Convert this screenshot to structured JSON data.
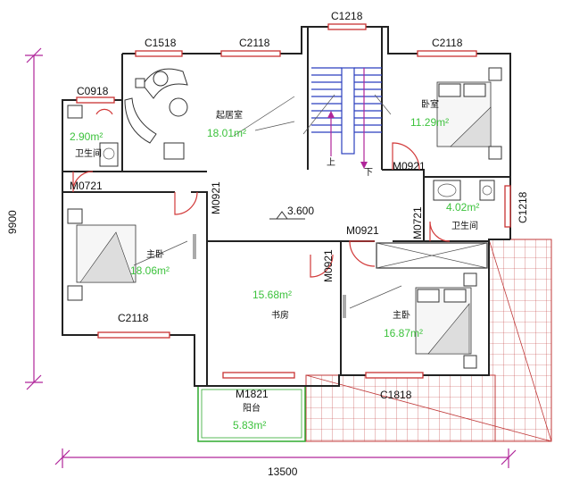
{
  "dimensions": {
    "width_label": "13500",
    "height_label": "9900"
  },
  "windows": {
    "c1218_top": "C1218",
    "c1518": "C1518",
    "c2118_living": "C2118",
    "c2118_bedroom": "C2118",
    "c0918": "C0918",
    "c1218_right": "C1218",
    "c2118_master": "C2118",
    "c1818": "C1818"
  },
  "doors": {
    "m0921_stair": "M0921",
    "m0921_bath2": "M0721",
    "m0921_master_left": "M0921",
    "m0721_bath1": "M0721",
    "m0921_hall": "M0921",
    "m0921_study": "M0921",
    "m1821": "M1821"
  },
  "rooms": {
    "living": {
      "name": "起居室",
      "area": "18.01m²"
    },
    "bedroom": {
      "name": "卧室",
      "area": "11.29m²"
    },
    "bath_left": {
      "name": "卫生间",
      "area": "2.90m²"
    },
    "bath_right": {
      "name": "卫生间",
      "area": "4.02m²"
    },
    "master_left": {
      "name": "主卧",
      "area": "18.06m²"
    },
    "study": {
      "name": "书房",
      "area": "15.68m²"
    },
    "master_right": {
      "name": "主卧",
      "area": "16.87m²"
    },
    "balcony": {
      "name": "阳台",
      "area": "5.83m²"
    }
  },
  "stairs": {
    "up": "上",
    "down": "下"
  },
  "level": "3.600"
}
